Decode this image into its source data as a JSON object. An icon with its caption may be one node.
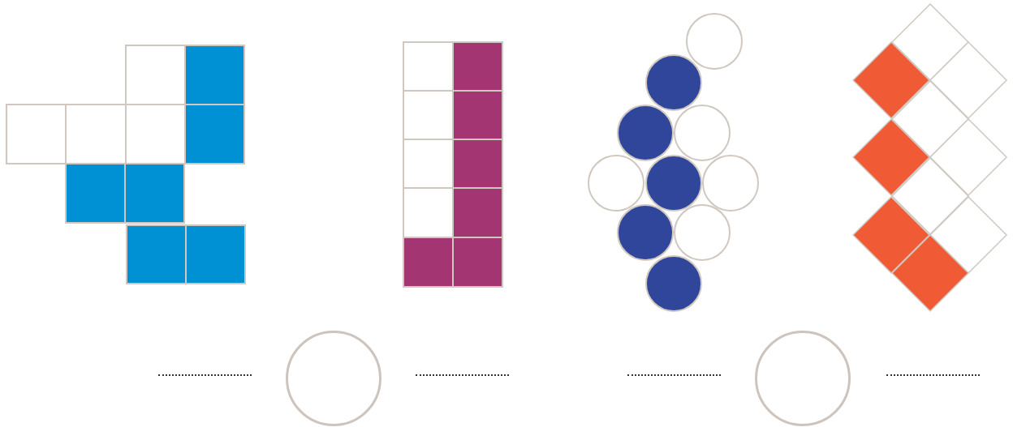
{
  "diagram": {
    "nodes": [
      {
        "text": [],
        "shape": "grid"
      },
      {
        "text": [],
        "shape": "circle"
      },
      {
        "text": [],
        "shape": "grid"
      },
      {
        "text": [],
        "shape": "circles"
      },
      {
        "text": [],
        "shape": "circle"
      },
      {
        "text": [],
        "shape": "diamonds"
      }
    ]
  }
}
